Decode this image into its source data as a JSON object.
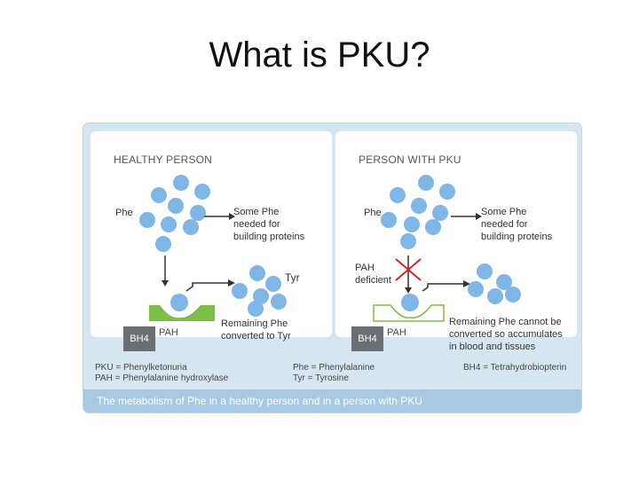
{
  "slide": {
    "title": "What is PKU?"
  },
  "figure": {
    "left_panel": {
      "title": "HEALTHY PERSON",
      "phe_label": "Phe",
      "some_phe": [
        "Some Phe",
        "needed for",
        "building proteins"
      ],
      "tyr_label": "Tyr",
      "remaining": [
        "Remaining Phe",
        "converted to Tyr"
      ],
      "bh4": "BH4",
      "pah": "PAH"
    },
    "right_panel": {
      "title": "PERSON WITH PKU",
      "phe_label": "Phe",
      "some_phe": [
        "Some Phe",
        "needed for",
        "building proteins"
      ],
      "pah_deficient": [
        "PAH",
        "deficient"
      ],
      "remaining": [
        "Remaining Phe cannot be",
        "converted so accumulates",
        "in blood and tissues"
      ],
      "bh4": "BH4",
      "pah": "PAH"
    },
    "legend": {
      "col1": [
        "PKU = Phenylketonuria",
        "PAH = Phenylalanine hydroxylase"
      ],
      "col2": [
        "Phe = Phenylalanine",
        "Tyr = Tyrosine"
      ],
      "col3": [
        "BH4 = Tetrahydrobiopterin"
      ]
    },
    "caption": "The metabolism of Phe in a healthy person and in a person with  PKU",
    "colors": {
      "frame": "#d6e6f0",
      "caption_bar": "#a8c9e4",
      "molecule": "#7fb6e6",
      "enzyme_green": "#7dbd4a",
      "bh4_gray": "#6b6f73",
      "cross_red": "#d9252a"
    }
  }
}
